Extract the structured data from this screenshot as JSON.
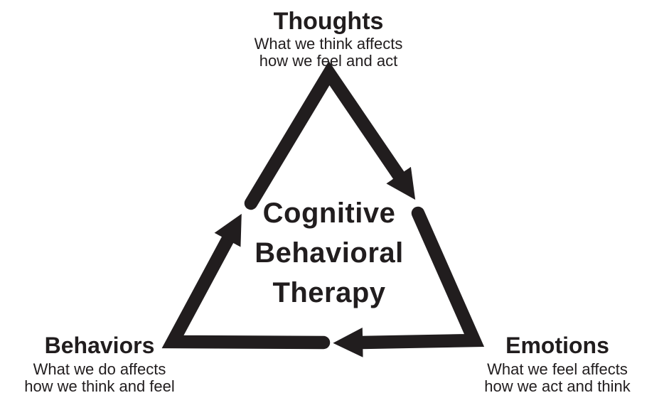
{
  "colors": {
    "ink": "#211d1e",
    "background": "#ffffff"
  },
  "diagram": {
    "center_label": {
      "lines": [
        "Cognitive",
        "Behavioral",
        "Therapy"
      ]
    },
    "nodes": {
      "thoughts": {
        "title": "Thoughts",
        "desc": [
          "What we think affects",
          "how we feel and act"
        ]
      },
      "behaviors": {
        "title": "Behaviors",
        "desc": [
          "What we do affects",
          "how we think and feel"
        ]
      },
      "emotions": {
        "title": "Emotions",
        "desc": [
          "What we feel affects",
          "how we act and think"
        ]
      }
    },
    "arrows": [
      {
        "from": "Thoughts",
        "to": "Emotions"
      },
      {
        "from": "Emotions",
        "to": "Behaviors"
      },
      {
        "from": "Behaviors",
        "to": "Thoughts"
      }
    ]
  }
}
